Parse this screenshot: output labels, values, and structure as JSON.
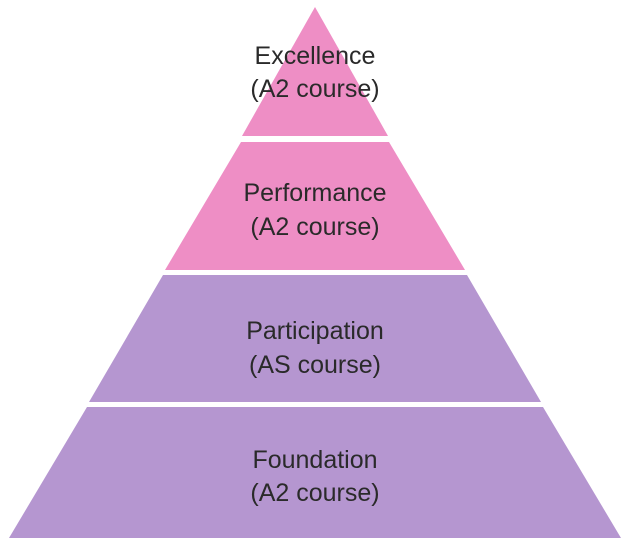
{
  "pyramid": {
    "tiers": [
      {
        "name": "Excellence",
        "course": "(A2 course)",
        "color": "#ee8ec5"
      },
      {
        "name": "Performance",
        "course": "(A2 course)",
        "color": "#ee8ec5"
      },
      {
        "name": "Participation",
        "course": "(AS course)",
        "color": "#b596d0"
      },
      {
        "name": "Foundation",
        "course": "(A2 course)",
        "color": "#b596d0"
      }
    ]
  }
}
